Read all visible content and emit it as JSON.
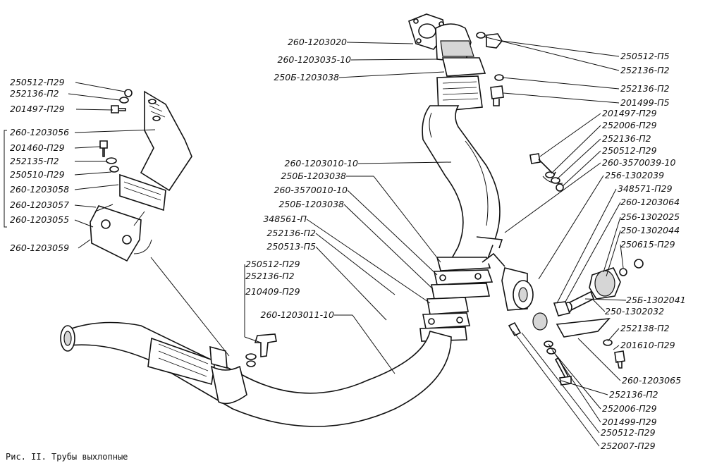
{
  "caption": "Рис. II. Трубы выхлопные",
  "bracket_group_labels": [
    "260-1203056",
    "260-1203058",
    "260-1203057",
    "260-1203055"
  ],
  "labels": [
    "250512-П29",
    "252136-П2",
    "201497-П29",
    "260-1203056",
    "201460-П29",
    "252135-П2",
    "250510-П29",
    "260-1203058",
    "260-1203057",
    "260-1203055",
    "260-1203059",
    "260-1203020",
    "260-1203035-10",
    "250Б-1203038",
    "250512-П5",
    "252136-П2",
    "252136-П2",
    "201499-П5",
    "201497-П29",
    "252006-П29",
    "252136-П2",
    "250512-П29",
    "260-3570039-10",
    "256-1302039",
    "348571-П29",
    "260-1203064",
    "256-1302025",
    "250-1302044",
    "250615-П29",
    "260-1203010-10",
    "250Б-1203038",
    "260-3570010-10",
    "250Б-1203038",
    "348561-П",
    "252136-П2",
    "250513-П5",
    "250512-П29",
    "252136-П2",
    "210409-П29",
    "260-1203011-10",
    "25Б-1302041",
    "250-1302032",
    "252138-П2",
    "201610-П29",
    "260-1203065",
    "252136-П2",
    "252006-П29",
    "201499-П29",
    "250512-П29",
    "252007-П29"
  ]
}
